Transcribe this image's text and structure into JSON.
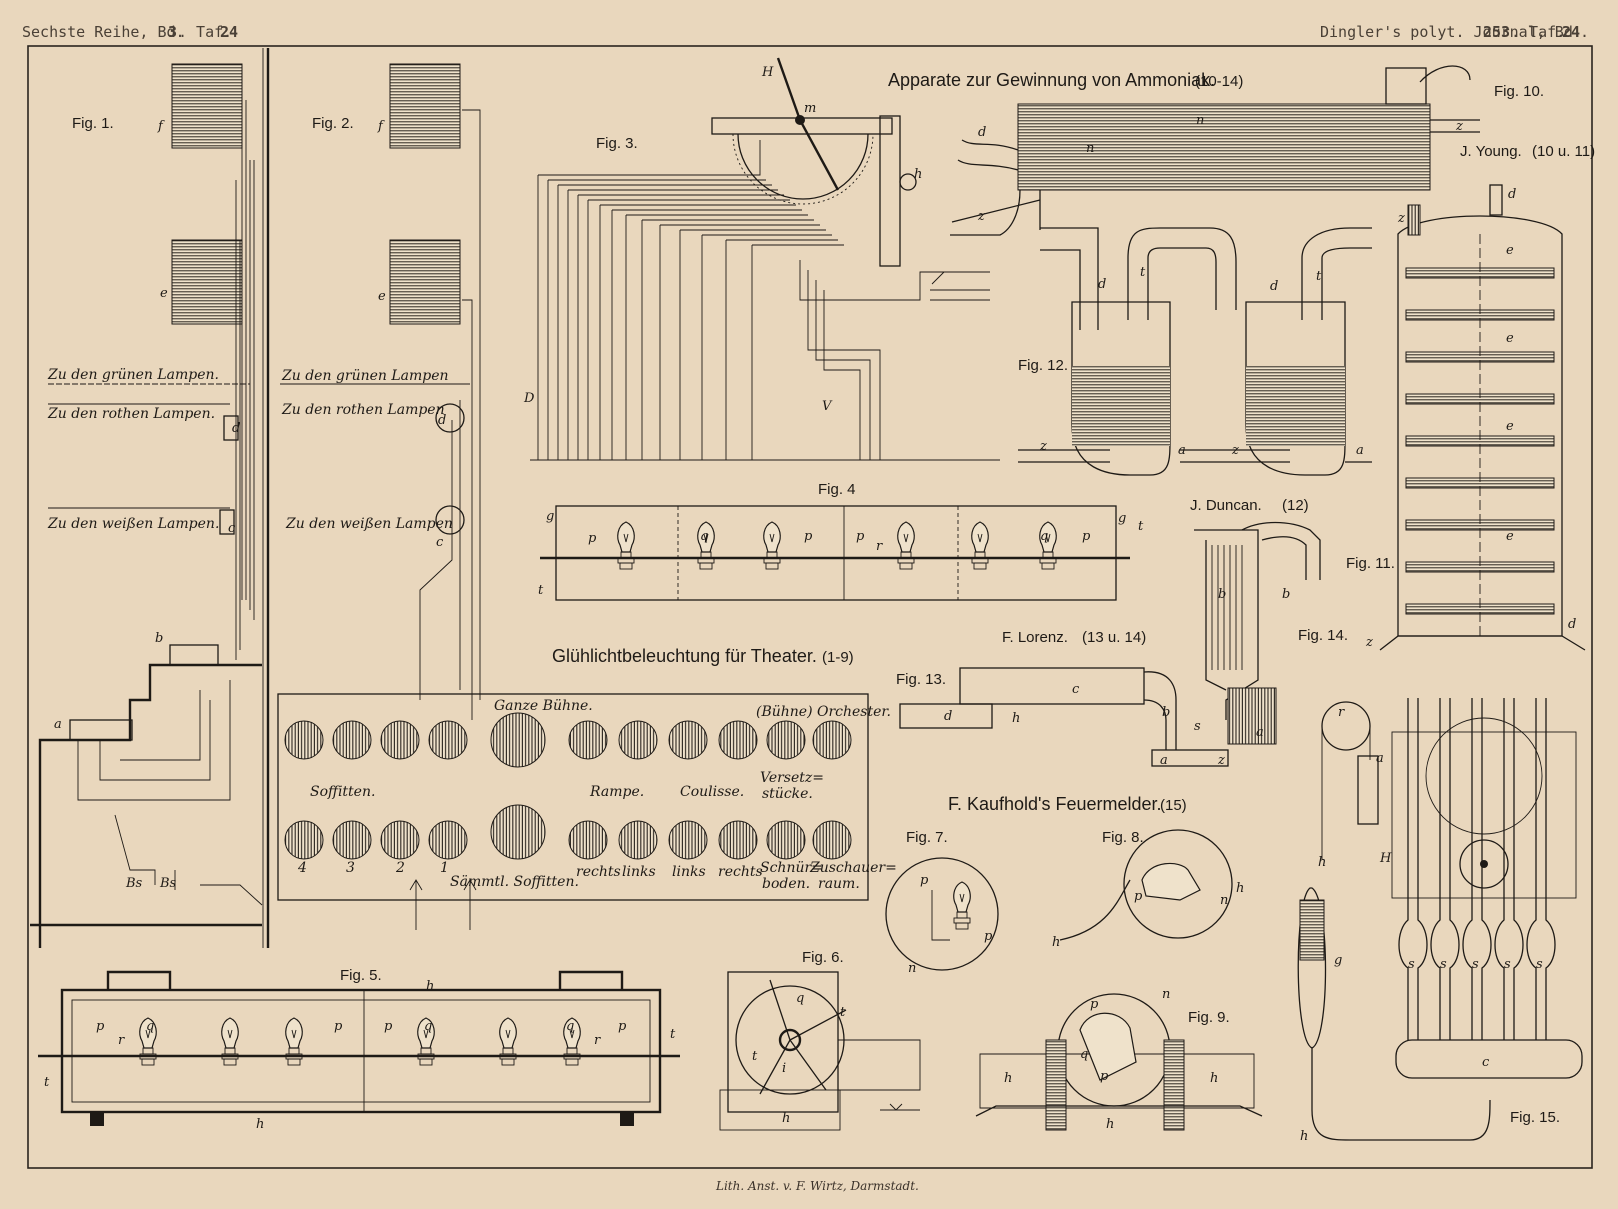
{
  "header": {
    "left_prefix": "Sechste Reihe, Bd.",
    "left_vol": "3",
    "left_mid": ". Taf.",
    "left_plate": "24",
    "right_prefix": "Dingler's polyt. Journal, Bd.",
    "right_vol": "253",
    "right_mid": ". Taf.",
    "right_plate": "24",
    "right_end": "."
  },
  "titles": {
    "ammoniak": "Apparate zur Gewinnung von Ammoniak.",
    "ammoniak_ref": "(10-14)",
    "theater": "Glühlichtbeleuchtung für Theater.",
    "theater_ref": "(1-9)",
    "feuermelder": "F. Kaufhold's Feuermelder.",
    "feuermelder_ref": "(15)",
    "young": "J. Young.",
    "young_ref": "(10 u. 11)",
    "duncan": "J. Duncan.",
    "duncan_ref": "(12)",
    "lorenz": "F. Lorenz.",
    "lorenz_ref": "(13 u. 14)"
  },
  "figures": {
    "f1": "Fig. 1.",
    "f2": "Fig. 2.",
    "f3": "Fig. 3.",
    "f4": "Fig. 4",
    "f5": "Fig. 5.",
    "f6": "Fig. 6.",
    "f7": "Fig. 7.",
    "f8": "Fig. 8.",
    "f9": "Fig. 9.",
    "f10": "Fig. 10.",
    "f11": "Fig. 11.",
    "f12": "Fig. 12.",
    "f13": "Fig. 13.",
    "f14": "Fig. 14.",
    "f15": "Fig. 15."
  },
  "lamps": {
    "green": "Zu den grünen Lampen.",
    "red": "Zu den rothen Lampen.",
    "white": "Zu den weißen Lampen.",
    "green2": "Zu den grünen Lampen",
    "red2": "Zu den rothen Lampen",
    "white2": "Zu den weißen Lampen"
  },
  "switchboard": {
    "ganze_buehne": "Ganze Bühne.",
    "buehne_orchester": "(Bühne) Orchester.",
    "soffitten": "Soffitten.",
    "rampe": "Rampe.",
    "coulisse": "Coulisse.",
    "versetz_1": "Versetz=",
    "versetz_2": "stücke.",
    "n4": "4",
    "n3": "3",
    "n2": "2",
    "n1": "1",
    "saemmtl": "Sämmtl. Soffitten.",
    "rechts1": "rechts",
    "links1": "links",
    "links2": "links",
    "rechts2": "rechts",
    "schnuer_1": "Schnür=",
    "schnuer_2": "boden.",
    "zuschauer_1": "Zuschauer=",
    "zuschauer_2": "raum."
  },
  "letters": {
    "a": "a",
    "b": "b",
    "c": "c",
    "d": "d",
    "e": "e",
    "f": "f",
    "g": "g",
    "h": "h",
    "m": "m",
    "n": "n",
    "p": "p",
    "q": "q",
    "r": "r",
    "s": "s",
    "t": "t",
    "z": "z",
    "i": "i",
    "H": "H",
    "D": "D",
    "V": "V",
    "Bs": "Bs"
  },
  "footer": "Lith. Anst. v. F. Wirtz, Darmstadt."
}
